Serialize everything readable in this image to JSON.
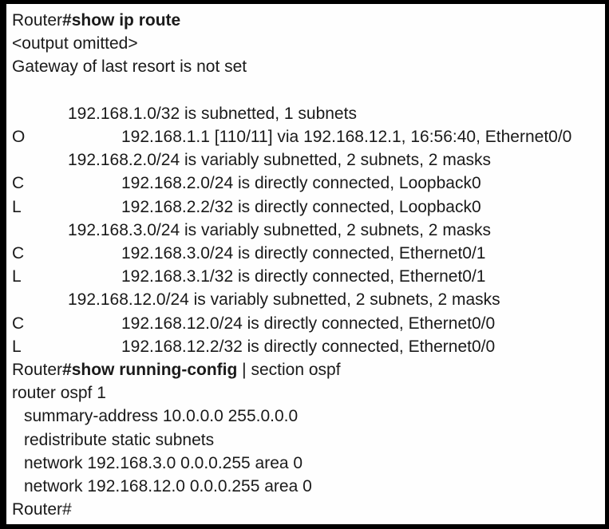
{
  "window": {
    "background_color": "#fefefe",
    "border_color": "#000000",
    "text_color": "#1a1a1a",
    "prompt": "Router#"
  },
  "terminal": {
    "lines": [
      {
        "indent": "none",
        "segments": [
          {
            "text": "Router",
            "bold": false
          },
          {
            "text": "#show ip route",
            "bold": true
          }
        ]
      },
      {
        "indent": "none",
        "segments": [
          {
            "text": "<output omitted>",
            "bold": false
          }
        ]
      },
      {
        "indent": "none",
        "segments": [
          {
            "text": "Gateway of last resort is not set",
            "bold": false
          }
        ]
      },
      {
        "indent": "none",
        "segments": []
      },
      {
        "indent": "header",
        "segments": [
          {
            "text": "192.168.1.0/32 is subnetted, 1 subnets",
            "bold": false
          }
        ]
      },
      {
        "indent": "route",
        "code": "O",
        "segments": [
          {
            "text": "192.168.1.1 [110/11] via 192.168.12.1, 16:56:40, Ethernet0/0",
            "bold": false
          }
        ]
      },
      {
        "indent": "header",
        "segments": [
          {
            "text": "192.168.2.0/24 is variably subnetted, 2 subnets, 2 masks",
            "bold": false
          }
        ]
      },
      {
        "indent": "route",
        "code": "C",
        "segments": [
          {
            "text": "192.168.2.0/24 is directly connected, Loopback0",
            "bold": false
          }
        ]
      },
      {
        "indent": "route",
        "code": "L",
        "segments": [
          {
            "text": "192.168.2.2/32 is directly connected, Loopback0",
            "bold": false
          }
        ]
      },
      {
        "indent": "header",
        "segments": [
          {
            "text": "192.168.3.0/24 is variably subnetted, 2 subnets, 2 masks",
            "bold": false
          }
        ]
      },
      {
        "indent": "route",
        "code": "C",
        "segments": [
          {
            "text": "192.168.3.0/24 is directly connected, Ethernet0/1",
            "bold": false
          }
        ]
      },
      {
        "indent": "route",
        "code": "L",
        "segments": [
          {
            "text": "192.168.3.1/32 is directly connected, Ethernet0/1",
            "bold": false
          }
        ]
      },
      {
        "indent": "header",
        "segments": [
          {
            "text": "192.168.12.0/24 is variably subnetted, 2 subnets, 2 masks",
            "bold": false
          }
        ]
      },
      {
        "indent": "route",
        "code": "C",
        "segments": [
          {
            "text": "192.168.12.0/24 is directly connected, Ethernet0/0",
            "bold": false
          }
        ]
      },
      {
        "indent": "route",
        "code": "L",
        "segments": [
          {
            "text": "192.168.12.2/32 is directly connected, Ethernet0/0",
            "bold": false
          }
        ]
      },
      {
        "indent": "none",
        "segments": [
          {
            "text": "Router",
            "bold": false
          },
          {
            "text": "#show running-config",
            "bold": true
          },
          {
            "text": " | section ospf",
            "bold": false
          }
        ]
      },
      {
        "indent": "none",
        "segments": [
          {
            "text": "router ospf 1",
            "bold": false
          }
        ]
      },
      {
        "indent": "config",
        "segments": [
          {
            "text": "summary-address 10.0.0.0 255.0.0.0",
            "bold": false
          }
        ]
      },
      {
        "indent": "config",
        "segments": [
          {
            "text": "redistribute static subnets",
            "bold": false
          }
        ]
      },
      {
        "indent": "config",
        "segments": [
          {
            "text": "network 192.168.3.0 0.0.0.255 area 0",
            "bold": false
          }
        ]
      },
      {
        "indent": "config",
        "segments": [
          {
            "text": "network 192.168.12.0 0.0.0.255 area 0",
            "bold": false
          }
        ]
      },
      {
        "indent": "none",
        "segments": [
          {
            "text": "Router#",
            "bold": false
          }
        ]
      }
    ]
  }
}
